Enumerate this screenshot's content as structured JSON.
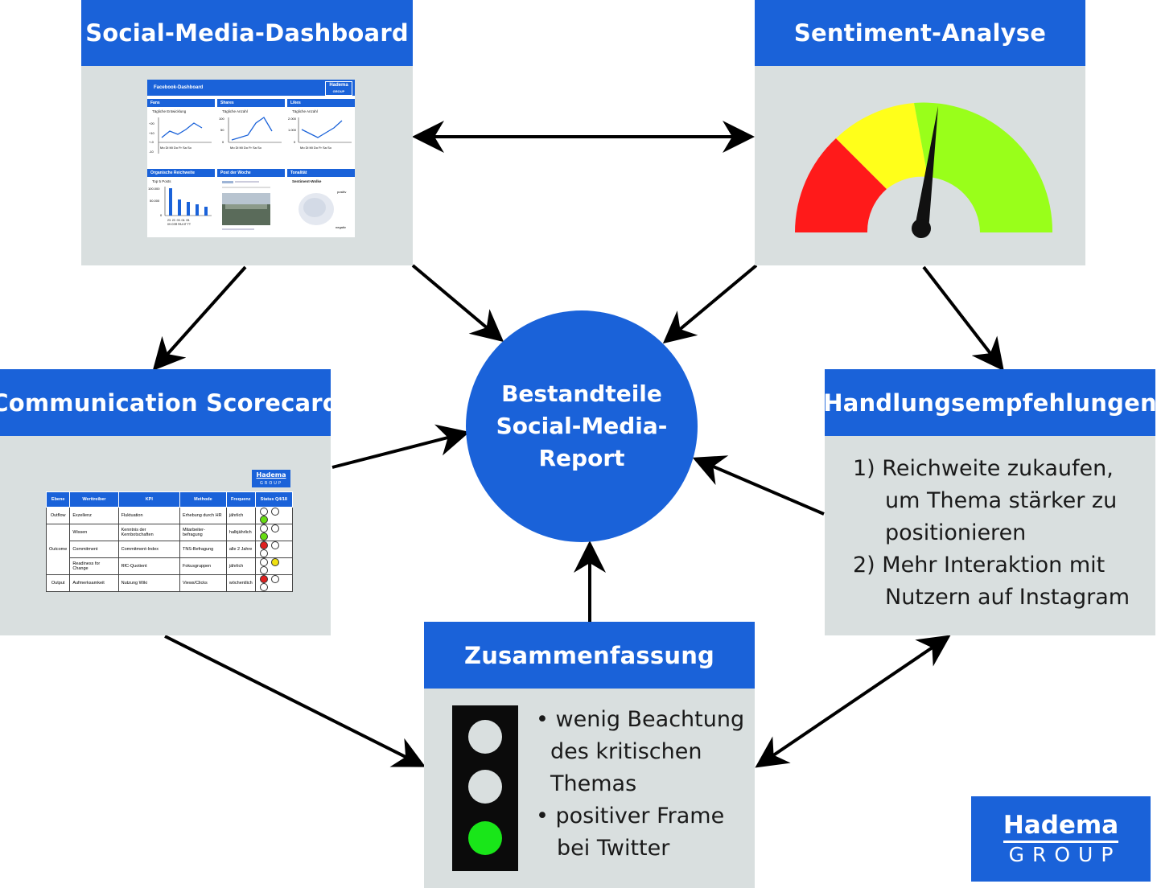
{
  "colors": {
    "brand_blue": "#1a62d9",
    "panel_gray": "#d9dfdf",
    "red": "#ff1a1a",
    "yellow": "#ffff1a",
    "green": "#99ff1a",
    "lamp_gray": "#d9dfdf",
    "lamp_green": "#19e619"
  },
  "center": {
    "line1": "Bestandteile",
    "line2": "Social-Media-",
    "line3": "Report"
  },
  "dashboard": {
    "title": "Social-Media-Dashboard",
    "mini": {
      "title": "Facebook-Dashboard",
      "logo_line1": "Hadema",
      "logo_line2": "GROUP",
      "panels": [
        {
          "title": "Fans",
          "subtitle": "Tägliche Entwicklung"
        },
        {
          "title": "Shares",
          "subtitle": "Tägliche Anzahl"
        },
        {
          "title": "Likes",
          "subtitle": "Tägliche Anzahl"
        },
        {
          "title": "Organische Reichweite",
          "subtitle": "Top 5 Posts"
        },
        {
          "title": "Post der Woche",
          "subtitle": ""
        },
        {
          "title": "Tonalität",
          "subtitle": "Sentiment-Wolke"
        }
      ],
      "weekdays": [
        "Mo",
        "Di",
        "Mi",
        "Do",
        "Fr",
        "Sa",
        "So"
      ],
      "fans_ticks": [
        "+20",
        "+10",
        "+-0",
        "-10"
      ],
      "shares_ticks": [
        "100",
        "50",
        "0"
      ],
      "likes_ticks": [
        "2.000",
        "1.000",
        "0"
      ],
      "reach_ticks": [
        "100.000",
        "50.000",
        "0"
      ],
      "reach_labels": [
        "23. 09",
        "22. 09",
        "03. 09",
        "04. 09",
        "09. 09"
      ],
      "reach_labels2": [
        "09",
        "CSR",
        "PA",
        "KIT",
        "TT"
      ],
      "sentiment_pos": "positiv",
      "sentiment_neg": "negativ"
    }
  },
  "sentiment": {
    "title": "Sentiment-Analyse"
  },
  "scorecard": {
    "title": "Communication Scorecard",
    "logo_line1": "Hadema",
    "logo_line2": "GROUP",
    "headers": [
      "Ebene",
      "Werttreiber",
      "KPI",
      "Methode",
      "Frequenz",
      "Status Q4/18"
    ],
    "rows": [
      {
        "ebene": "Outflow",
        "wert": "Exzellenz",
        "kpi": "Fluktuation",
        "methode": "Erhebung durch HR",
        "freq": "jährlich",
        "status": [
          "white",
          "white",
          "green"
        ]
      },
      {
        "ebene": "Outcome",
        "wert": "Wissen",
        "kpi": "Kenntnis der Kernbotschaften",
        "methode": "Mitarbeiter-befragung",
        "freq": "halbjährlich",
        "status": [
          "white",
          "white",
          "green"
        ]
      },
      {
        "ebene": "",
        "wert": "Commitment",
        "kpi": "Commitment-Index",
        "methode": "TNS-Befragung",
        "freq": "alle 2 Jahre",
        "status": [
          "red",
          "white",
          "white"
        ]
      },
      {
        "ebene": "",
        "wert": "Readiness for Change",
        "kpi": "RfC-Quotient",
        "methode": "Fokusgruppen",
        "freq": "jährlich",
        "status": [
          "white",
          "yellow",
          "white"
        ]
      },
      {
        "ebene": "Output",
        "wert": "Aufmerksamkeit",
        "kpi": "Nutzung Wiki",
        "methode": "Views/Clicks",
        "freq": "wöchentlich",
        "status": [
          "red",
          "white",
          "white"
        ]
      }
    ]
  },
  "recommendations": {
    "title": "Handlungsempfehlungen",
    "lines": [
      "1) Reichweite zukaufen,",
      "um Thema stärker zu",
      "positionieren",
      "2) Mehr Interaktion mit",
      "Nutzern auf Instagram"
    ]
  },
  "summary": {
    "title": "Zusammenfassung",
    "lines": [
      "• wenig Beachtung",
      "des kritischen",
      "Themas",
      "• positiver Frame",
      "bei Twitter"
    ],
    "traffic_light": [
      "gray",
      "gray",
      "green"
    ]
  },
  "logo": {
    "line1": "Hadema",
    "line2": "GROUP"
  }
}
